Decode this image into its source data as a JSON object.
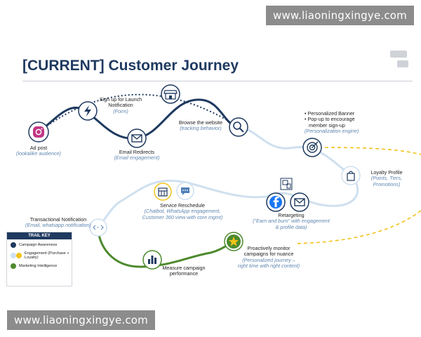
{
  "watermark": {
    "top": "www.liaoningxingye.com",
    "bottom": "www.liaoningxingye.com"
  },
  "title": "[CURRENT] Customer Journey",
  "colors": {
    "awareness": "#1f3a60",
    "engagement_blue": "#cfe0ef",
    "engagement_yellow": "#f2c21a",
    "intelligence": "#4d8a2d"
  },
  "nodes": {
    "ad_post": {
      "title": "Ad post",
      "sub": "(lookalike audience)",
      "icon": "instagram-icon"
    },
    "signup": {
      "title": "Sign up for Launch Notification",
      "sub": "(Form)",
      "icon": "lightning-icon"
    },
    "email_redirects": {
      "title": "Email Redirects",
      "sub": "(Email engagement)",
      "icon": "envelope-icon"
    },
    "store": {
      "icon": "storefront-icon"
    },
    "browse": {
      "title": "Browse the website",
      "sub": "(tracking behavior)",
      "icon": "search-icon"
    },
    "personalized": {
      "line1": "Personalized Banner",
      "line2": "Pop-up to encourage member sign-up",
      "sub": "(Personalization engine)",
      "icon": "target-icon"
    },
    "loyalty": {
      "title": "Loyalty Profile",
      "sub": "(Points, Tiers, Promotions)",
      "icon": "shopping-bag-icon"
    },
    "retargeting": {
      "title": "Retargeting",
      "sub": "(\"Earn and burn\" with engagement & profile data)",
      "icon": "facebook-icon"
    },
    "service": {
      "title": "Service Reschedule",
      "sub": "(Chatbot, WhatsApp engagement, Customer 360 view with core mgmt)",
      "icon": "chat-icon"
    },
    "transactional": {
      "title": "Transactional Notification",
      "sub": "(Email, whatsapp notification)",
      "icon": "code-arrows-icon"
    },
    "measure": {
      "title": "Measure campaign performance",
      "icon": "bar-chart-icon"
    },
    "monitor": {
      "title": "Proactively monitor campaigns for nuance",
      "sub": "(Personalized journey – right time with right content)",
      "icon": "star-icon"
    }
  },
  "legend": {
    "header": "TRAIL KEY",
    "items": [
      {
        "label": "Campaign Awareness"
      },
      {
        "label": "Engagement (Purchase + Loyalty)"
      },
      {
        "label": "Marketing Intelligence"
      }
    ]
  }
}
